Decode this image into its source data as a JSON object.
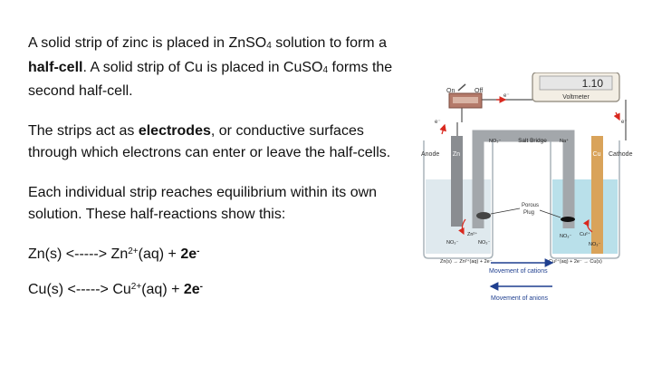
{
  "paragraphs": {
    "p1": {
      "a": "A solid strip of zinc is placed in Zn",
      "b": "SO",
      "b_sub": "4",
      "c": " solution to form a ",
      "bold": "half-cell",
      "d": ". A solid strip of Cu is placed in Cu",
      "e": "SO",
      "e_sub": "4",
      "f": " forms the second half-cell."
    },
    "p2": {
      "a": "The strips act as ",
      "bold": "electrodes",
      "b": ", or conductive surfaces through which electrons can enter or leave the half-cells."
    },
    "p3": {
      "a": "Each individual strip reaches equilibrium within its own solution. These half-reactions show this:"
    },
    "eq1": {
      "left": "Zn(s) <-----> Zn",
      "sup": "2+",
      "mid": "(aq) + ",
      "bold": "2e",
      "bold_sup": "-"
    },
    "eq2": {
      "left": "Cu(s) <-----> Cu",
      "sup": "2+",
      "mid": "(aq) + ",
      "bold": "2e",
      "bold_sup": "-"
    }
  },
  "diagram": {
    "voltmeter_reading": "1.10",
    "voltmeter_label": "Voltmeter",
    "switch_on": "On",
    "switch_off": "Off",
    "electron": "e⁻",
    "anode_label": "Anode",
    "zn_label": "Zn",
    "cathode_label": "Cathode",
    "cu_label": "Cu",
    "salt_bridge": "Salt Bridge",
    "no3_left": "NO₃⁻",
    "na_right": "Na⁺",
    "porous": "Porous",
    "plug": "Plug",
    "anode_ion_zn": "Zn²⁺",
    "anode_ion_no3_a": "NO₃⁻",
    "anode_ion_no3_b": "NO₃⁻",
    "cathode_ion_cu": "Cu²⁺",
    "cathode_ion_no3_a": "NO₃⁻",
    "cathode_ion_no3_b": "NO₃⁻",
    "anode_reaction": "Zn(s) → Zn²⁺(aq) + 2e⁻",
    "cathode_reaction": "Cu²⁺(aq) + 2e⁻ → Cu(s)",
    "cations_label": "Movement of cations",
    "anions_label": "Movement of anions"
  },
  "colors": {
    "solution_left": "#dfe9ee",
    "solution_right": "#b9e0ea",
    "zinc_strip": "#8a8d91",
    "copper_strip": "#d9a35a",
    "salt_bridge": "#a3a7ab",
    "arrow_red": "#d9281e",
    "arrow_blue": "#1f3f8f"
  }
}
